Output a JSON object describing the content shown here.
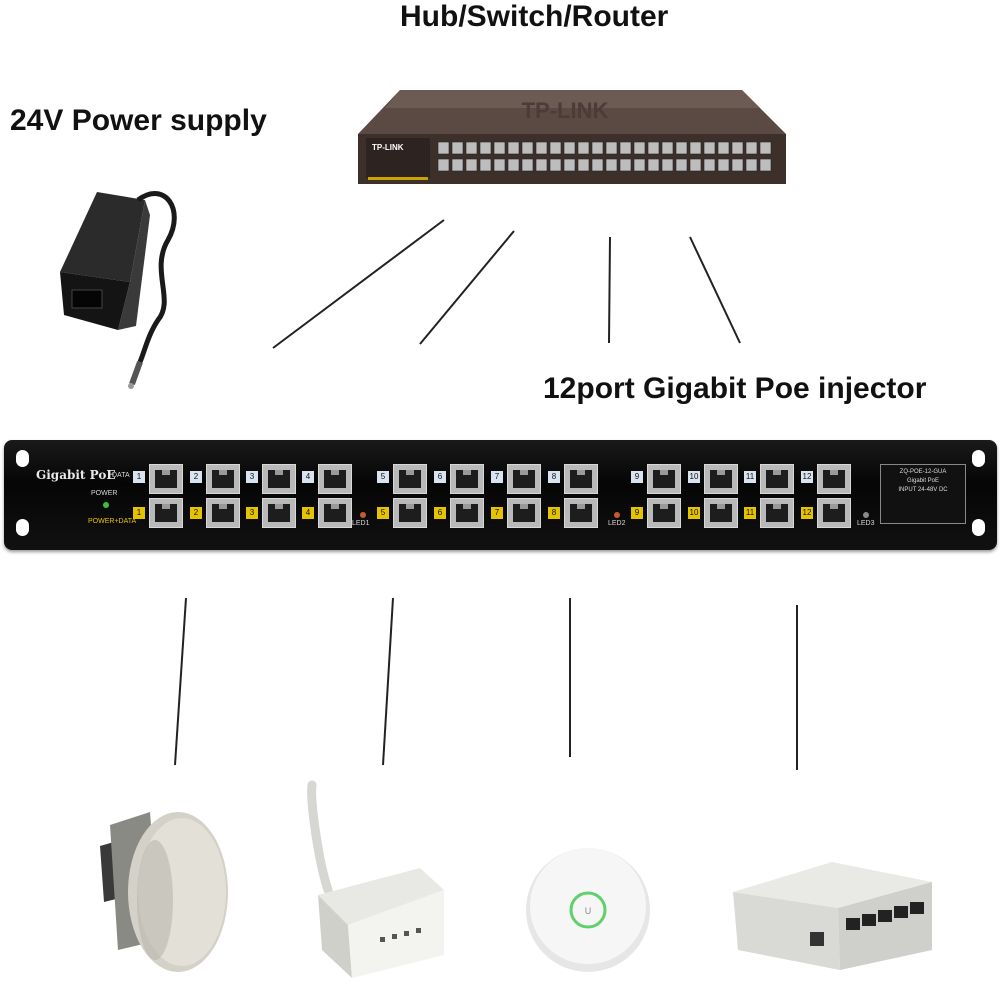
{
  "labels": {
    "hub": "Hub/Switch/Router",
    "power_supply": "24V Power supply",
    "injector": "12port Gigabit Poe injector"
  },
  "switch": {
    "brand": "TP-LINK",
    "logo_text": "TP-LINK",
    "color": "#5a4a43"
  },
  "injector_panel": {
    "brand": "Gigabit PoE",
    "data_label": "DATA",
    "power_label": "POWER",
    "power_data_label": "POWER+DATA",
    "led_labels": [
      "LED1",
      "LED2",
      "LED3"
    ],
    "spec_model": "ZQ-POE-12-GUA",
    "spec_line2": "Gigabit PoE",
    "spec_line3": "INPUT 24-48V DC",
    "ports": [
      "1",
      "2",
      "3",
      "4",
      "5",
      "6",
      "7",
      "8",
      "9",
      "10",
      "11",
      "12"
    ],
    "data_color": "#d9e4f0",
    "power_color": "#e6c300"
  },
  "devices": [
    "outdoor-cpe",
    "wifi-router",
    "ceiling-access-point",
    "ethernet-switch"
  ]
}
